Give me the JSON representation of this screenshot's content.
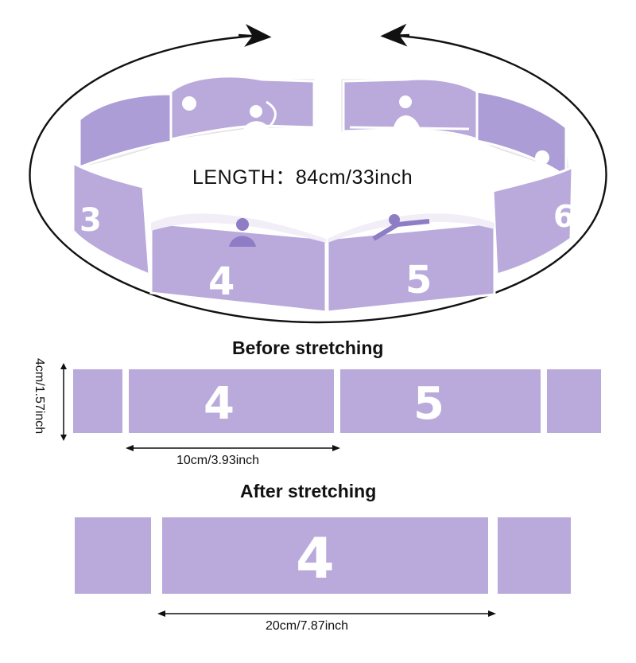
{
  "length_label": "LENGTH：84cm/33inch",
  "before": {
    "heading": "Before stretching",
    "numbers": [
      "4",
      "5"
    ],
    "width_label": "10cm/3.93inch",
    "height_label": "4cm/1.57inch"
  },
  "after": {
    "heading": "After stretching",
    "numbers": [
      "4"
    ],
    "width_label": "20cm/7.87inch"
  },
  "loop_numbers": [
    "3",
    "4",
    "5",
    "6"
  ],
  "colors": {
    "band": "#b9aadb",
    "band_dark": "#a596cf",
    "stitch": "#ffffff",
    "outline": "#111111"
  }
}
